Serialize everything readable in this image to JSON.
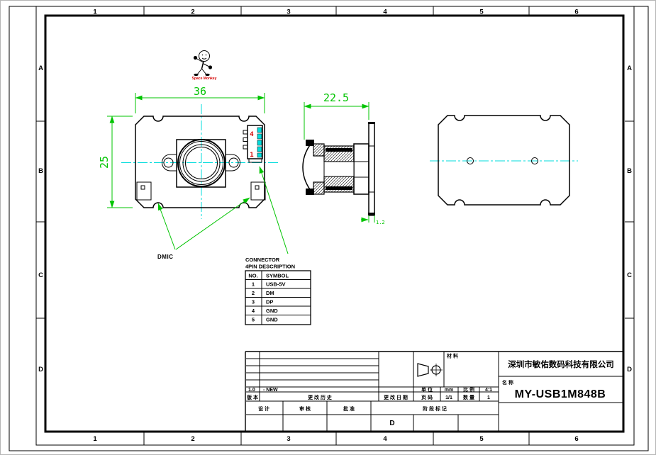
{
  "sheet": {
    "zone_columns": [
      "1",
      "2",
      "3",
      "4",
      "5",
      "6"
    ],
    "zone_rows": [
      "A",
      "B",
      "C",
      "D"
    ]
  },
  "mascot": {
    "caption": "Space Monkey",
    "caption_color": "#d40000"
  },
  "views": {
    "front": {
      "width_dim": "36",
      "height_dim": "25",
      "mic_label": "DMIC",
      "connector_pin_top": "4",
      "connector_pin_bottom": "1"
    },
    "side": {
      "depth_dim": "22.5",
      "pcb_thickness_dim": "1.2"
    }
  },
  "connector_table": {
    "title_line1": "CONNECTOR",
    "title_line2": "4PIN DESCRIPTION",
    "headers": {
      "no": "NO.",
      "symbol": "SYMBOL"
    },
    "rows": [
      {
        "no": "1",
        "symbol": "USB-5V"
      },
      {
        "no": "2",
        "symbol": "DM"
      },
      {
        "no": "3",
        "symbol": "DP"
      },
      {
        "no": "4",
        "symbol": "GND"
      },
      {
        "no": "5",
        "symbol": "GND"
      }
    ]
  },
  "title_block": {
    "company": "深圳市敏佑数码科技有限公司",
    "name_label": "名 称",
    "part_number": "MY-USB1M848B",
    "material_label": "材 料",
    "version_value": "1.0",
    "revision_note": "- NEW",
    "version_label": "版 本",
    "history_label": "更 改 历 史",
    "date_label": "更 改 日 期",
    "unit_label": "单 位",
    "unit_value": "mm",
    "scale_label": "比 例",
    "scale_value": "4:1",
    "page_label": "页 码",
    "page_value": "1/1",
    "qty_label": "数 量",
    "qty_value": "1",
    "design_label": "设 计",
    "review_label": "审 核",
    "approve_label": "批 准",
    "stage_label": "阶 段 标 记",
    "stage_value": "D"
  },
  "colors": {
    "dimension_green": "#00c400",
    "centerline_cyan": "#00dcdc",
    "pin_red": "#d40000"
  }
}
